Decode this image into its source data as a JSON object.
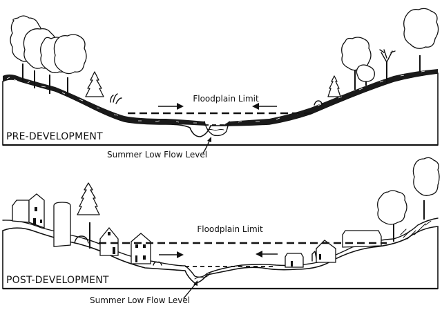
{
  "figure": {
    "title": "Floodplain cross-sections: pre- vs post-development"
  },
  "panels": [
    {
      "id": "pre",
      "label": "PRE-DEVELOPMENT",
      "floodplain_label": "Floodplain Limit",
      "low_flow_label": "Summer Low Flow Level",
      "features": [
        "forested banks",
        "vegetated soil layer",
        "narrow floodplain",
        "stream channel"
      ]
    },
    {
      "id": "post",
      "label": "POST-DEVELOPMENT",
      "floodplain_label": "Floodplain Limit",
      "low_flow_label": "Summer Low Flow Level",
      "features": [
        "houses",
        "barn and silo",
        "few trees",
        "wider floodplain",
        "eroded channel"
      ]
    }
  ]
}
